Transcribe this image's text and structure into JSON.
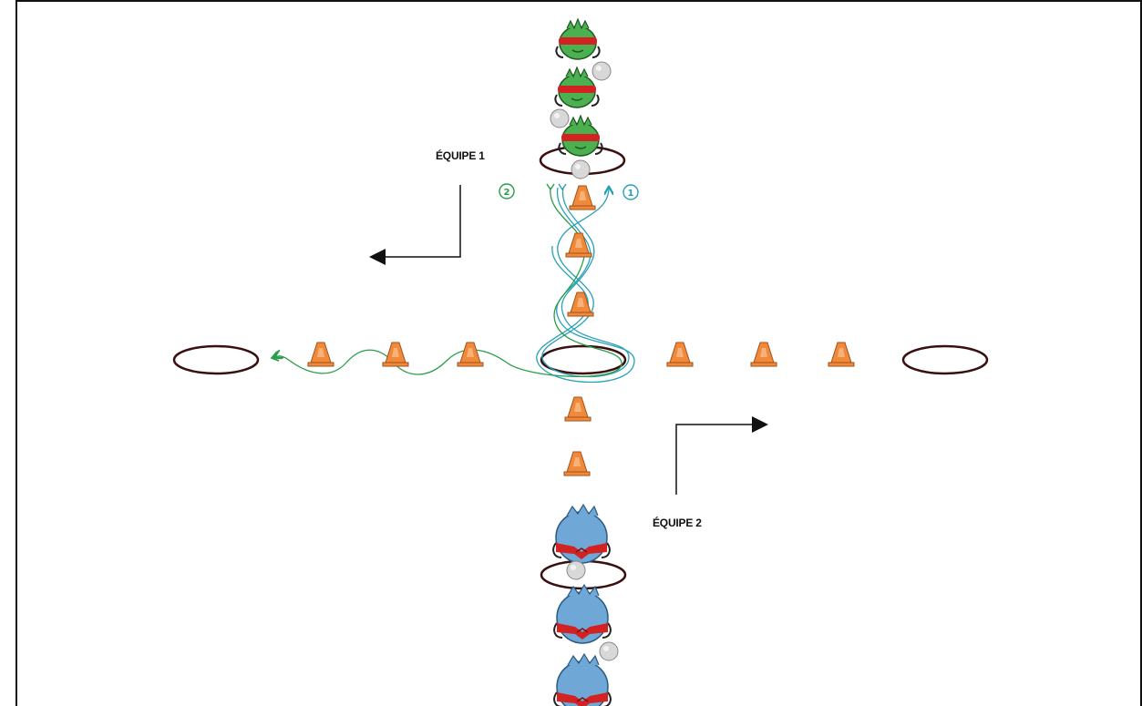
{
  "labels": {
    "team1": "ÉQUIPE 1",
    "team2": "ÉQUIPE 2",
    "step1": "1",
    "step2": "2"
  },
  "colors": {
    "frame": "#111111",
    "hoop": "#3a0f0f",
    "cone": "#f08a3a",
    "cone_outline": "#a0521a",
    "path_team1": "#2a9d4a",
    "path_team2": "#2aa0b8",
    "arrow": "#111111",
    "team1_player": "#4caf50",
    "team2_player": "#6fa8d6",
    "blindfold": "#d32222",
    "ball": "#d8d8d8"
  },
  "icons": {
    "hoop": "hoop-icon",
    "cone": "cone-icon",
    "player_team1": "green-player-icon",
    "player_team2": "blue-player-icon",
    "ball": "ball-icon",
    "direction_arrow": "direction-arrow-icon"
  }
}
